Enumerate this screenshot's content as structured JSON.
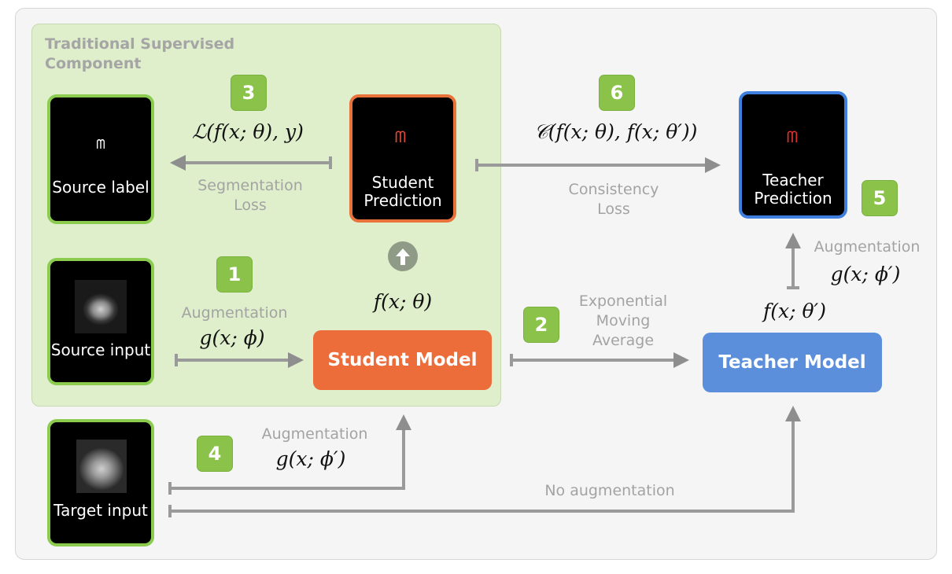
{
  "supervised_title": "Traditional Supervised Component",
  "badges": {
    "b1": "1",
    "b2": "2",
    "b3": "3",
    "b4": "4",
    "b5": "5",
    "b6": "6"
  },
  "cards": {
    "source_label": "Source label",
    "student_prediction": "Student Prediction",
    "teacher_prediction": "Teacher Prediction",
    "source_input": "Source input",
    "target_input": "Target input"
  },
  "models": {
    "student": "Student Model",
    "teacher": "Teacher Model"
  },
  "labels": {
    "segmentation_loss": "Segmentation Loss",
    "consistency_loss": "Consistency Loss",
    "augmentation_1": "Augmentation",
    "augmentation_4": "Augmentation",
    "augmentation_5": "Augmentation",
    "ema": "Exponential Moving Average",
    "no_augmentation": "No augmentation"
  },
  "math": {
    "seg_loss": "ℒ(f(x; θ), y)",
    "cons_loss": "𝒞(f(x; θ), f(x; θ′))",
    "f_student": "f(x; θ)",
    "f_teacher": "f(x; θ′)",
    "g_phi": "g(x; ϕ)",
    "g_phi_prime_4": "g(x; ϕ′)",
    "g_phi_prime_5": "g(x; ϕ′)"
  },
  "colors": {
    "badge": "#8bc34a",
    "student": "#ec6c3a",
    "teacher": "#5b8fdc",
    "supervised_bg": "#dfeecb"
  }
}
